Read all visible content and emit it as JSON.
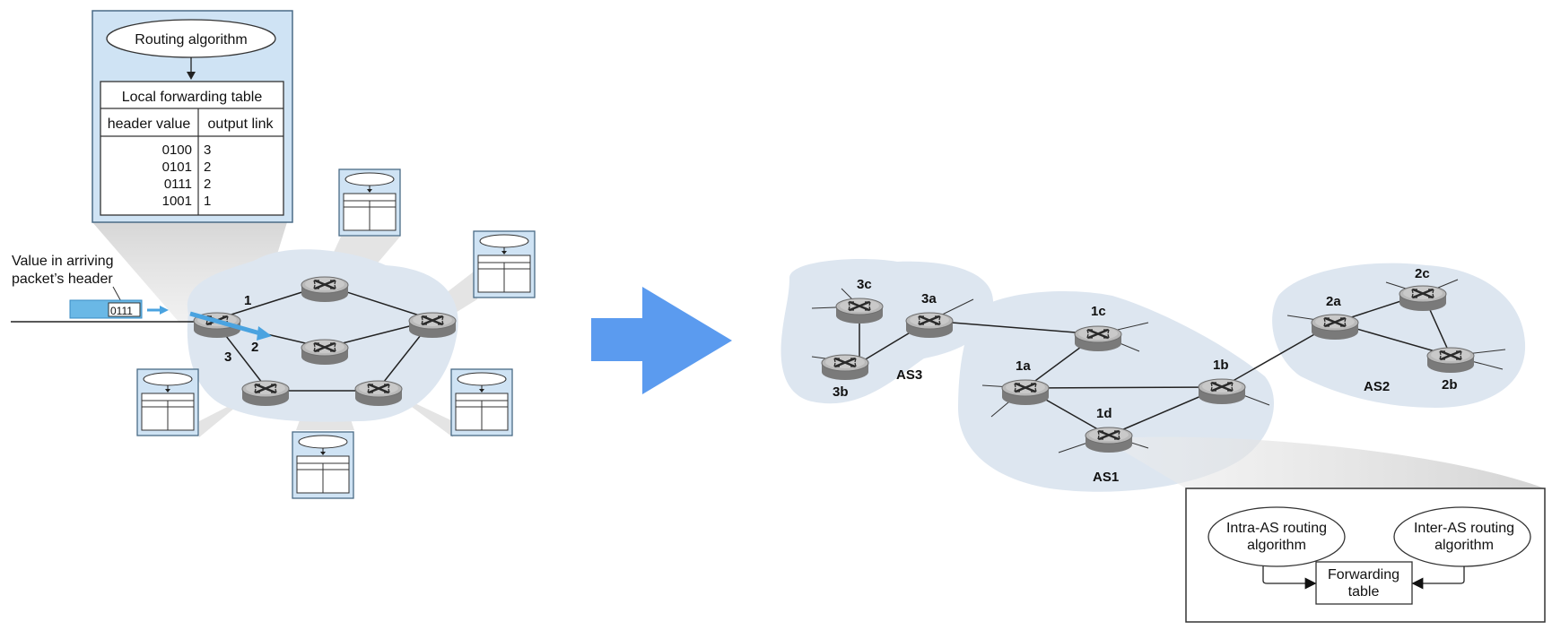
{
  "left": {
    "routing_algorithm": "Routing algorithm",
    "forwarding_table": {
      "title": "Local forwarding table",
      "columns": [
        "header value",
        "output link"
      ],
      "rows": [
        {
          "header": "0100",
          "link": "3"
        },
        {
          "header": "0101",
          "link": "2"
        },
        {
          "header": "0111",
          "link": "2"
        },
        {
          "header": "1001",
          "link": "1"
        }
      ]
    },
    "arriving_label_line1": "Value in arriving",
    "arriving_label_line2": "packet’s header",
    "packet_value": "0111",
    "link_labels": [
      "1",
      "2",
      "3"
    ]
  },
  "right": {
    "routers": [
      "3c",
      "3a",
      "3b",
      "1c",
      "1a",
      "1d",
      "1b",
      "2a",
      "2c",
      "2b"
    ],
    "as_labels": [
      "AS3",
      "AS1",
      "AS2"
    ],
    "zoom_box": {
      "intra_line1": "Intra-AS routing",
      "intra_line2": "algorithm",
      "inter_line1": "Inter-AS routing",
      "inter_line2": "algorithm",
      "table_line1": "Forwarding",
      "table_line2": "table"
    }
  },
  "colors": {
    "panel_fill": "#cfe3f4",
    "panel_stroke": "#4a6b86",
    "cloud": "#dde6f0",
    "arrow": "#5b9bef",
    "packet": "#6ab8e6"
  }
}
